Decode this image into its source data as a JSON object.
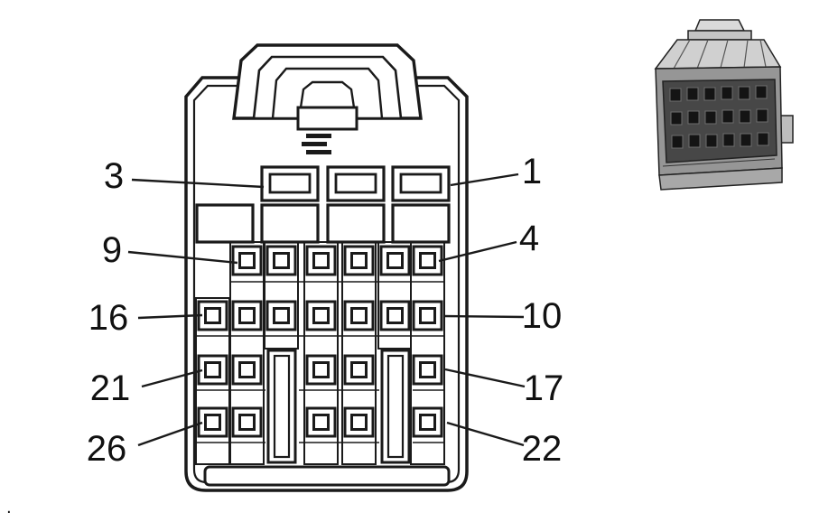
{
  "page": {
    "background": "#ffffff",
    "stray_mark": "."
  },
  "figure": {
    "kind": "electrical-connector-pinout-diagram",
    "colors": {
      "line": "#1a1a1a",
      "background": "#ffffff"
    },
    "callouts": {
      "left": [
        {
          "pin": "3"
        },
        {
          "pin": "9"
        },
        {
          "pin": "16"
        },
        {
          "pin": "21"
        },
        {
          "pin": "26"
        }
      ],
      "right": [
        {
          "pin": "1"
        },
        {
          "pin": "4"
        },
        {
          "pin": "10"
        },
        {
          "pin": "17"
        },
        {
          "pin": "22"
        }
      ]
    }
  }
}
